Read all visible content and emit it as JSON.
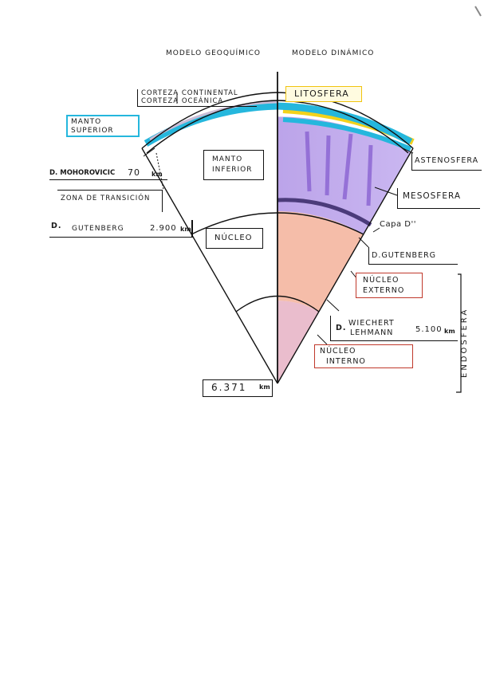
{
  "titles": {
    "left": "MODELO GEOQUÍMICO",
    "right": "MODELO DINÁMICO"
  },
  "labels": {
    "corteza_continental": "CORTEZA CONTINENTAL",
    "corteza_oceanica": "CORTEZA OCEÁNICA",
    "litosfera": "LITOSFERA",
    "manto_superior_1": "MANTO",
    "manto_superior_2": "SUPERIOR",
    "manto_inferior_1": "MANTO",
    "manto_inferior_2": "INFERIOR",
    "astenosfera": "ASTENOSFERA",
    "mohorovicic_name": "D. MOHOROVICIC",
    "mohorovicic_depth": "70",
    "mohorovicic_unit": "km",
    "zona_transicion": "ZONA DE TRANSICIÓN",
    "mesosfera": "MESOSFERA",
    "gutenberg_left_prefix": "D.",
    "gutenberg_left_name": "GUTENBERG",
    "gutenberg_left_depth": "2.900",
    "gutenberg_left_unit": "km",
    "nucleo": "NÚCLEO",
    "capa_d": "Capa D''",
    "gutenberg_right": "D.GUTENBERG",
    "nucleo_externo_1": "NÚCLEO",
    "nucleo_externo_2": "EXTERNO",
    "endosfera": "ENDOSFERA",
    "wiechert_prefix": "D.",
    "wiechert_1": "WIECHERT",
    "wiechert_2": "LEHMANN",
    "wiechert_depth": "5.100",
    "wiechert_unit": "km",
    "nucleo_interno_1": "NÚCLEO",
    "nucleo_interno_2": "INTERNO",
    "radio_value": "6.371",
    "radio_unit": "km"
  },
  "colors": {
    "corteza_cyan": "#25b7dd",
    "litosfera_yellow": "#f2d21b",
    "mesosfera_purple": "#b79be8",
    "nucleo_externo_salmon": "#f4b6a0",
    "nucleo_interno_pink": "#e8b6c8",
    "manto_superior_grey": "#c9bcd6"
  }
}
